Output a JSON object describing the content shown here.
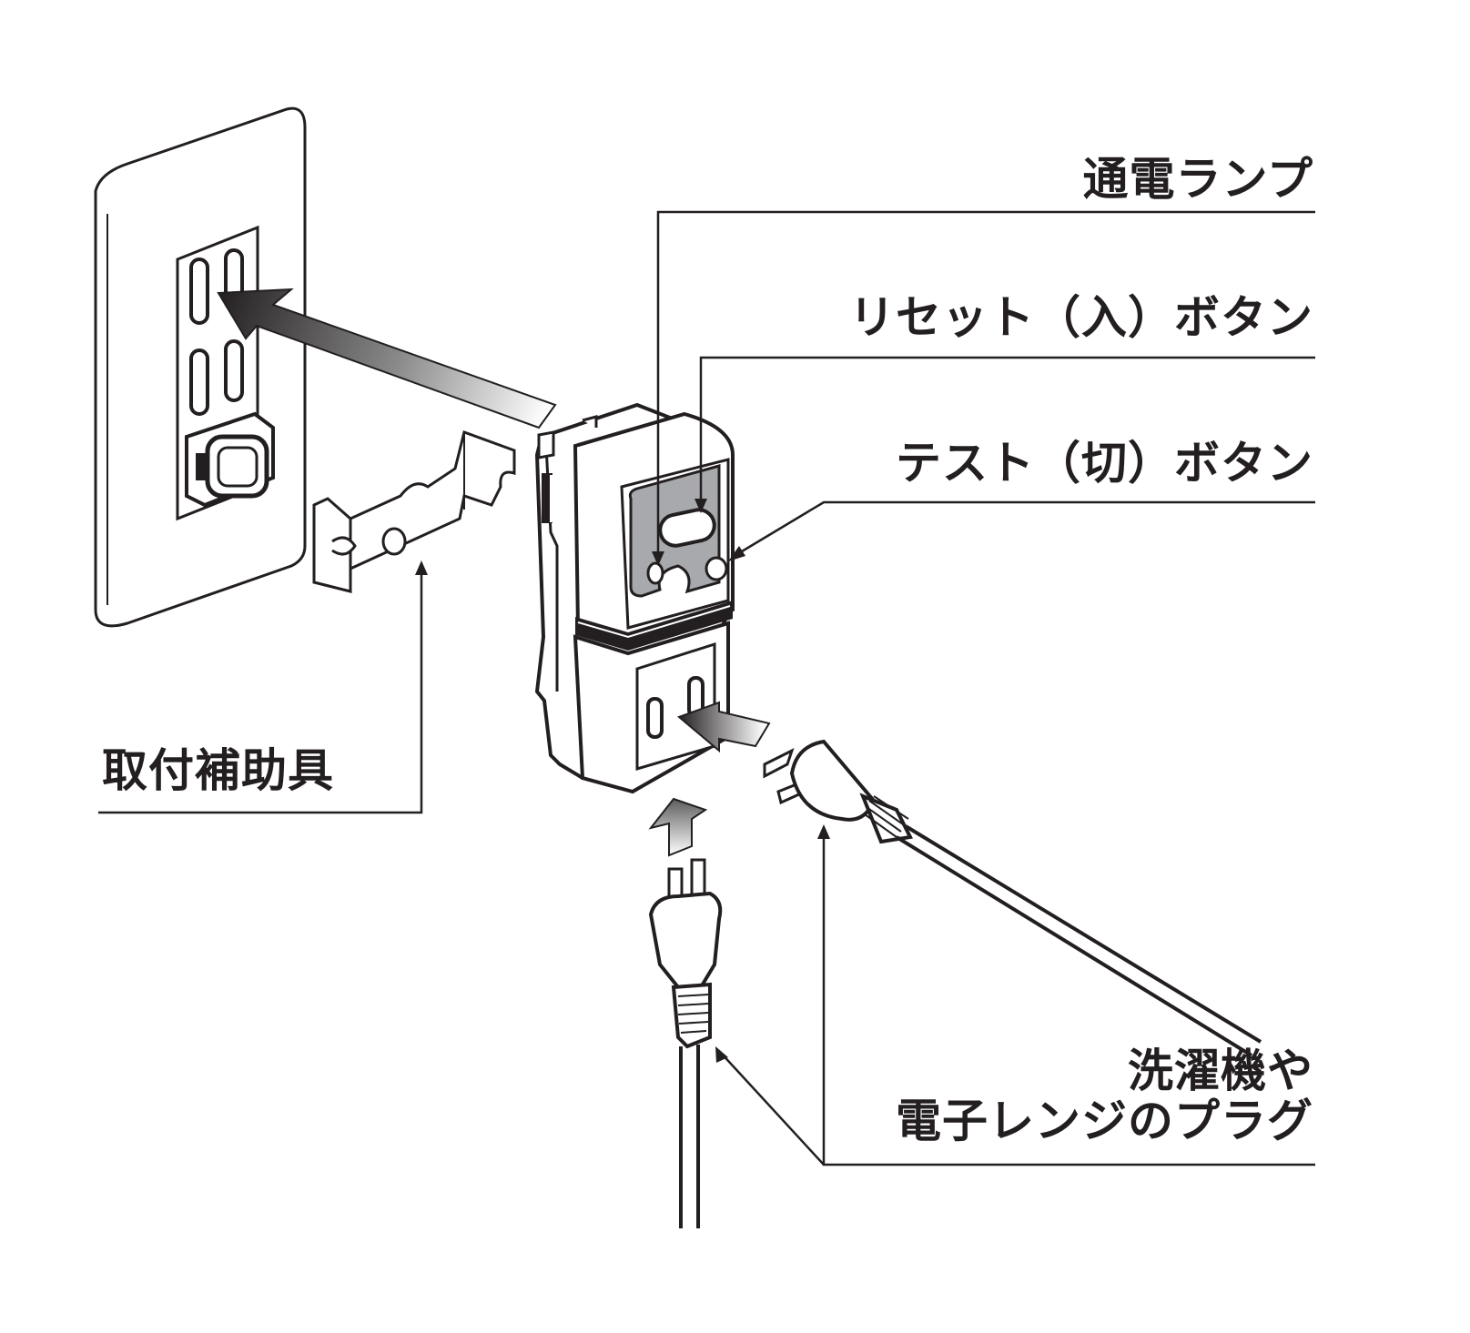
{
  "labels": {
    "lamp": "通電ランプ",
    "reset": "リセット（入）ボタン",
    "test": "テスト（切）ボタン",
    "helper": "取付補助具",
    "plug_line1": "洗濯機や",
    "plug_line2": "電子レンジのプラグ"
  },
  "colors": {
    "ink": "#231f20",
    "panel_gray": "#a7a9ac",
    "paper": "#ffffff"
  },
  "icons": {
    "wall_outlet": "wall-outlet-icon",
    "adapter": "earth-leakage-adapter-icon",
    "plug": "two-prong-plug-icon"
  }
}
